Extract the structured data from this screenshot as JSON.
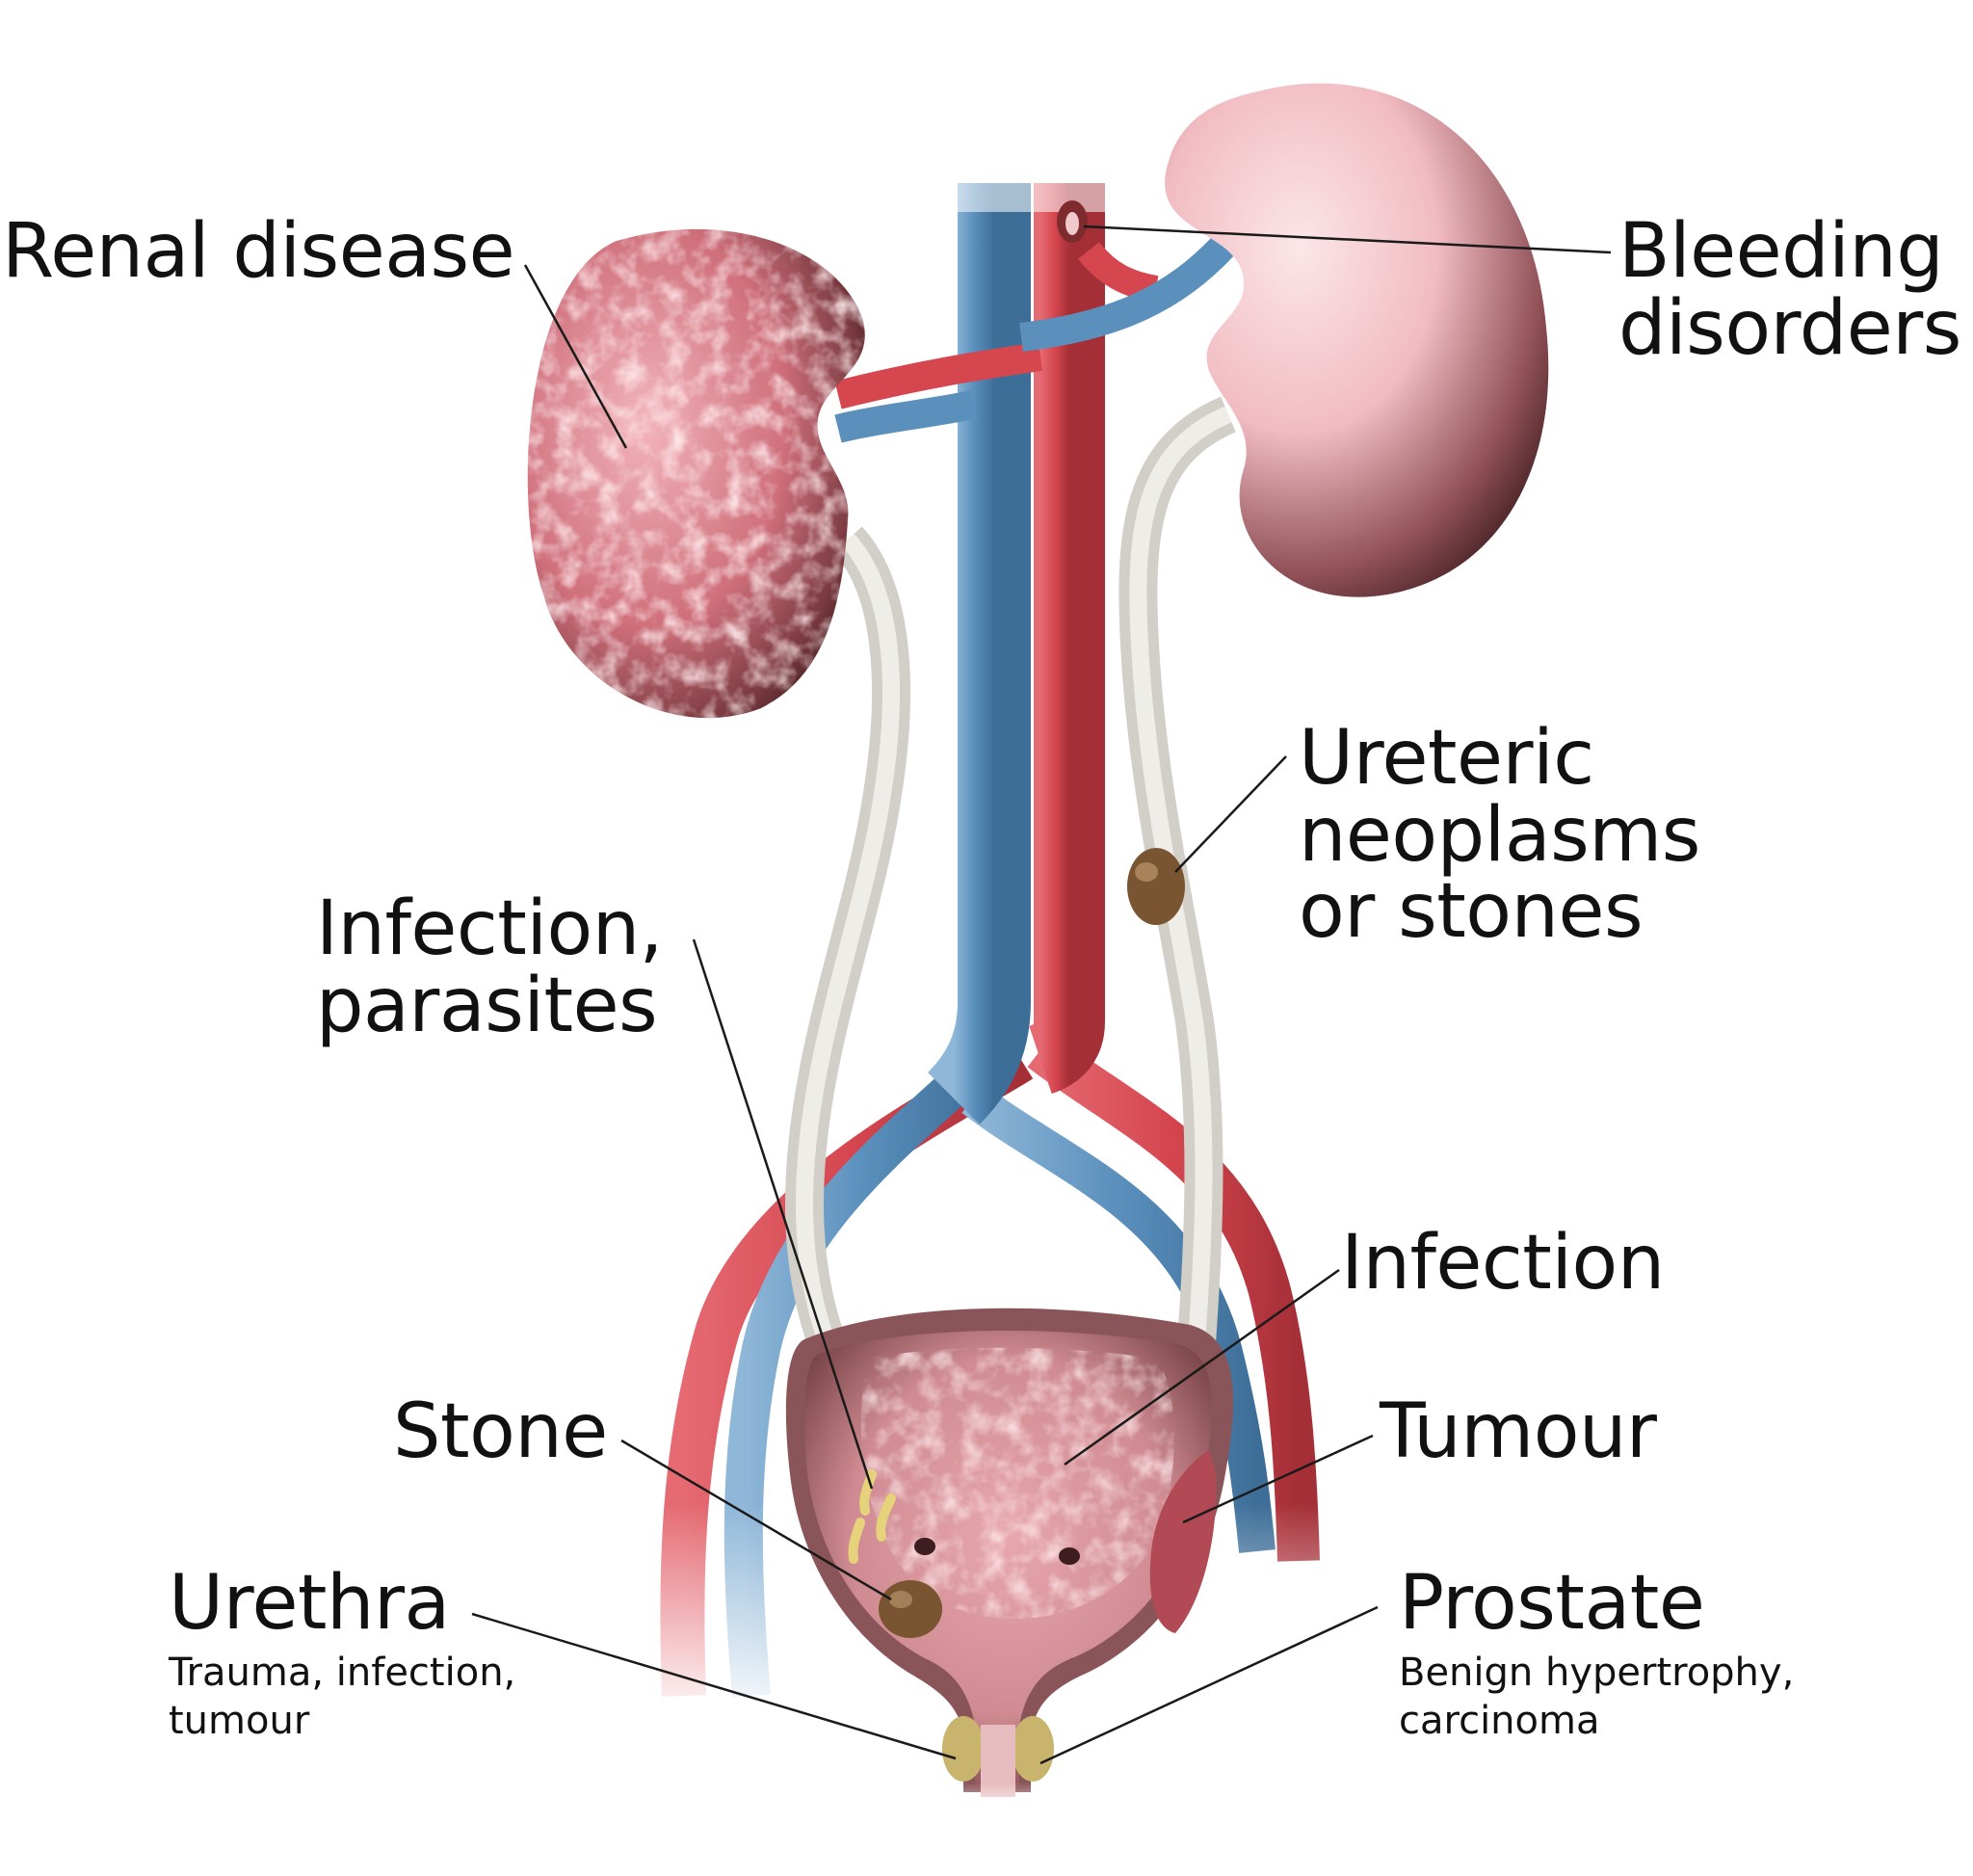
{
  "colors": {
    "artery": "#d5464f",
    "vein": "#5b90bd",
    "ureter": "#dedbd4",
    "kidney": "#eaa3ab",
    "kidney_dark": "#4a2325",
    "bladder": "#d99ca0",
    "stone": "#7a5531",
    "prostate": "#c9b46e",
    "leader_line": "#1a1a1a"
  },
  "labels": {
    "renal_disease": "Renal disease",
    "bleeding_line1": "Bleeding",
    "bleeding_line2": "disorders",
    "ureteric_line1": "Ureteric",
    "ureteric_line2": "neoplasms",
    "ureteric_line3": "or stones",
    "infection_parasites_line1": "Infection,",
    "infection_parasites_line2": "parasites",
    "infection": "Infection",
    "stone": "Stone",
    "tumour": "Tumour",
    "urethra": "Urethra",
    "urethra_sub_line1": "Trauma, infection,",
    "urethra_sub_line2": "tumour",
    "prostate": "Prostate",
    "prostate_sub_line1": "Benign hypertrophy,",
    "prostate_sub_line2": "carcinoma"
  }
}
